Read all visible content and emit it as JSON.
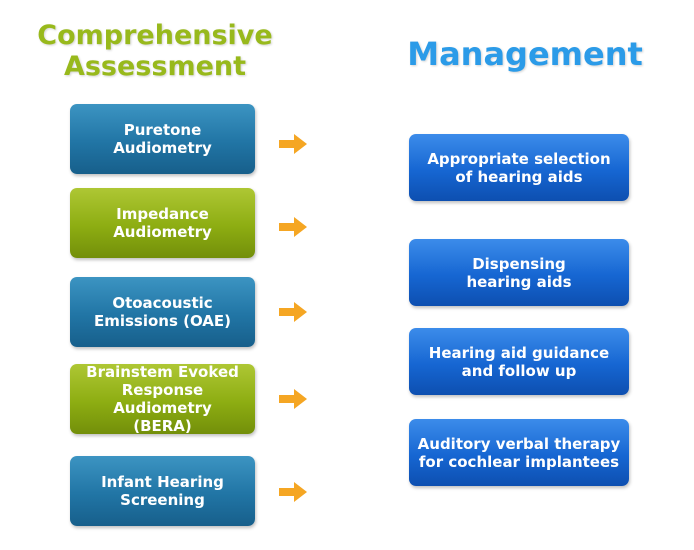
{
  "headings": {
    "left": "Comprehensive\nAssessment",
    "right": "Management"
  },
  "assessment_items": [
    "Puretone\nAudiometry",
    "Impedance\nAudiometry",
    "Otoacoustic\nEmissions (OAE)",
    "Brainstem Evoked\nResponse Audiometry\n(BERA)",
    "Infant Hearing\nScreening"
  ],
  "management_items": [
    "Appropriate selection\nof hearing aids",
    "Dispensing\nhearing aids",
    "Hearing aid guidance\nand follow up",
    "Auditory verbal therapy\nfor cochlear implantees"
  ],
  "colors": {
    "left_heading": "#98b91c",
    "right_heading": "#2b9be8",
    "teal_box": "#2175a5",
    "green_box": "#8dad12",
    "blue_box": "#1666d2",
    "arrow": "#f5a623"
  }
}
